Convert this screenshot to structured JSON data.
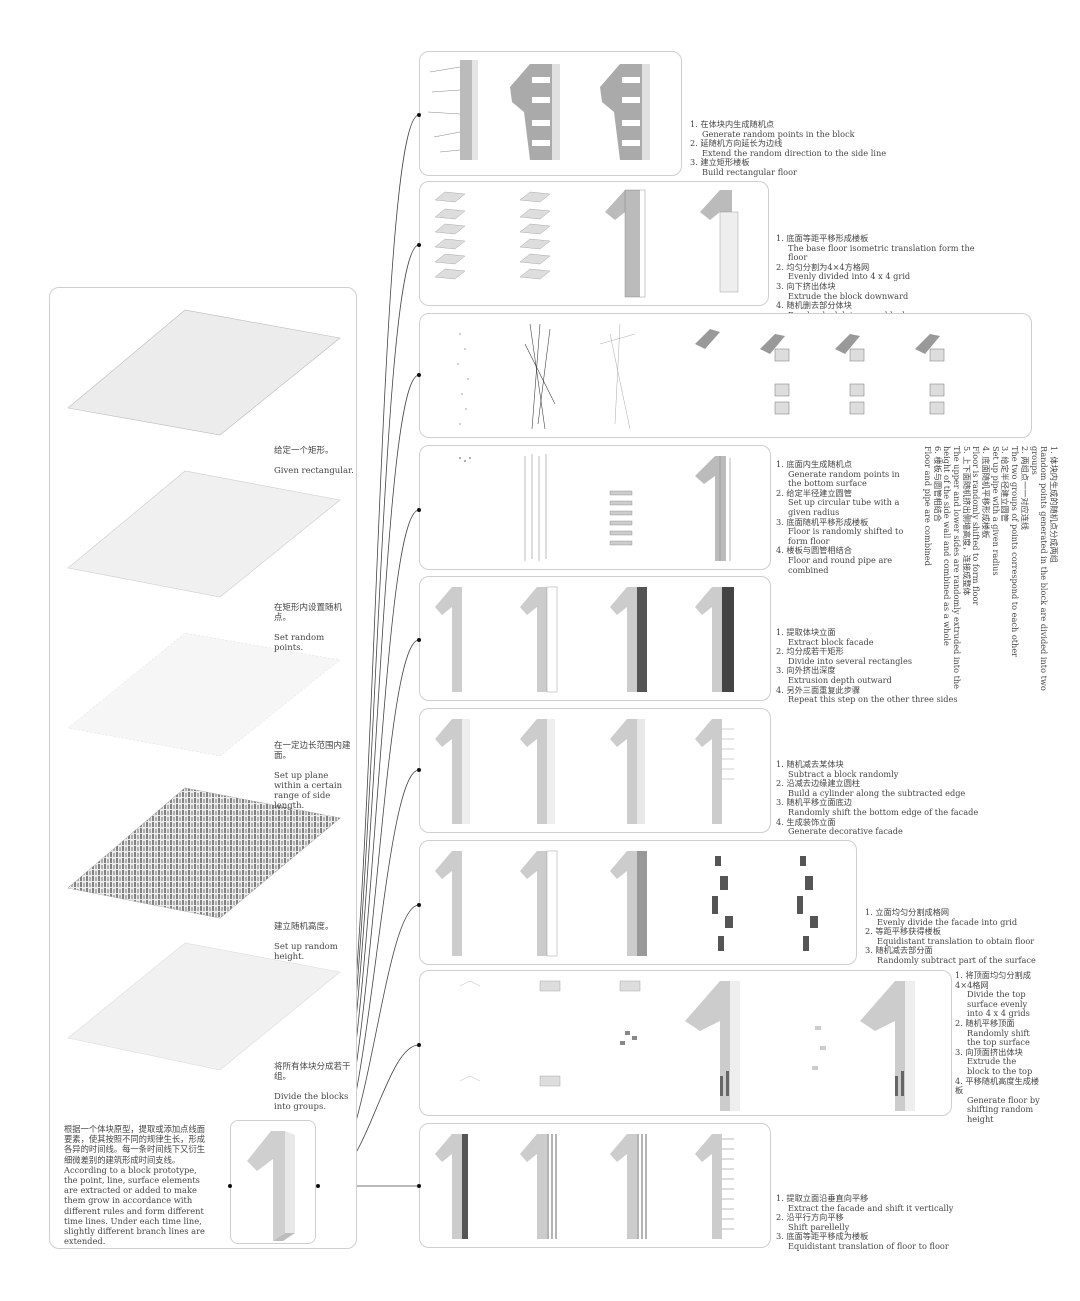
{
  "left_panel": {
    "layers": [
      {
        "cn": "给定一个矩形。",
        "en": "Given rectangular."
      },
      {
        "cn": "在矩形内设置随机点。",
        "en": "Set random points."
      },
      {
        "cn": "在一定边长范围内建面。",
        "en": "Set up plane within a certain range of side length."
      },
      {
        "cn": "建立随机高度。",
        "en": "Set up random height."
      },
      {
        "cn": "将所有体块分成若干组。",
        "en": "Divide the blocks into groups."
      }
    ],
    "intro_cn": "根据一个体块原型，提取或添加点线面要素，使其按照不同的规律生长，形成各异的时间线。每一条时间线下又衍生细微差别的建筑形成时间支线。",
    "intro_en": "According to a block prototype, the point, line, surface elements are extracted or added to make them grow in accordance with different rules and form different time lines. Under each time line, slightly different branch lines are extended.",
    "prototype_label": "1"
  },
  "rows": [
    {
      "steps": [
        {
          "num": "1.",
          "cn": "在体块内生成随机点",
          "en": "Generate random points in the block"
        },
        {
          "num": "2.",
          "cn": "延随机方向延长为边线",
          "en": "Extend the random direction to the side line"
        },
        {
          "num": "3.",
          "cn": "建立矩形楼板",
          "en": "Build rectangular floor"
        }
      ]
    },
    {
      "steps": [
        {
          "num": "1.",
          "cn": "底面等距平移形成楼板",
          "en": "The base floor isometric translation form the floor"
        },
        {
          "num": "2.",
          "cn": "均匀分割为4×4方格网",
          "en": "Evenly divided into 4 x 4 grid"
        },
        {
          "num": "3.",
          "cn": "向下挤出体块",
          "en": "Extrude the block downward"
        },
        {
          "num": "4.",
          "cn": "随机删去部分体块",
          "en": "Randomly delete some blocks"
        }
      ]
    },
    {
      "steps_vertical": [
        {
          "num": "1.",
          "cn": "体块内生成的随机点分成两组",
          "en": "Random points generated in the block are divided into two groups"
        },
        {
          "num": "2.",
          "cn": "两组点一一对应连线",
          "en": "The two groups of points correspond to each other"
        },
        {
          "num": "3.",
          "cn": "给定半径建立圆管",
          "en": "Set up pipe with a given radius"
        },
        {
          "num": "4.",
          "cn": "底面随机平移形成楼板",
          "en": "Floor is randomly shifted to form floor"
        },
        {
          "num": "5.",
          "cn": "上下面随机挤出侧墙高度，连接成整体",
          "en": "The upper and lower sides are randomly extruded into the height of the side wall and combined as a whole"
        },
        {
          "num": "6.",
          "cn": "楼板与圆管相结合",
          "en": "Floor and pipe are combined"
        }
      ]
    },
    {
      "steps": [
        {
          "num": "1.",
          "cn": "底面内生成随机点",
          "en": "Generate random points in the bottom surface"
        },
        {
          "num": "2.",
          "cn": "给定半径建立圆管",
          "en": "Set up circular tube with a given radius"
        },
        {
          "num": "3.",
          "cn": "底面随机平移形成楼板",
          "en": "Floor is randomly shifted to form floor"
        },
        {
          "num": "4.",
          "cn": "楼板与圆管相结合",
          "en": "Floor and round pipe are combined"
        }
      ]
    },
    {
      "steps": [
        {
          "num": "1.",
          "cn": "提取体块立面",
          "en": "Extract block facade"
        },
        {
          "num": "2.",
          "cn": "均分成若干矩形",
          "en": "Divide into several rectangles"
        },
        {
          "num": "3.",
          "cn": "向外挤出深度",
          "en": "Extrusion depth outward"
        },
        {
          "num": "4.",
          "cn": "另外三面重复此步骤",
          "en": "Repeat this step on the other three sides"
        }
      ]
    },
    {
      "steps": [
        {
          "num": "1.",
          "cn": "随机减去某体块",
          "en": "Subtract a block randomly"
        },
        {
          "num": "2.",
          "cn": "沿减去边缘建立圆柱",
          "en": "Build a cylinder along the subtracted edge"
        },
        {
          "num": "3.",
          "cn": "随机平移立面底边",
          "en": "Randomly shift the bottom edge of the facade"
        },
        {
          "num": "4.",
          "cn": "生成装饰立面",
          "en": "Generate decorative facade"
        }
      ]
    },
    {
      "steps": [
        {
          "num": "1.",
          "cn": "立面均匀分割成格网",
          "en": "Evenly divide the facade into grid"
        },
        {
          "num": "2.",
          "cn": "等距平移获得楼板",
          "en": "Equidistant translation to obtain floor"
        },
        {
          "num": "3.",
          "cn": "随机减去部分面",
          "en": "Randomly subtract part of the surface"
        }
      ]
    },
    {
      "steps": [
        {
          "num": "1.",
          "cn": "将顶面均匀分割成4×4格网",
          "en": "Divide the top surface evenly into 4 x 4 grids"
        },
        {
          "num": "2.",
          "cn": "随机平移顶面",
          "en": "Randomly shift the top surface"
        },
        {
          "num": "3.",
          "cn": "向顶面挤出体块",
          "en": "Extrude the block to the top"
        },
        {
          "num": "4.",
          "cn": "平移随机高度生成楼板",
          "en": "Generate floor by shifting random height"
        }
      ]
    },
    {
      "steps": [
        {
          "num": "1.",
          "cn": "提取立面沿垂直向平移",
          "en": "Extract the facade and shift it vertically"
        },
        {
          "num": "2.",
          "cn": "沿平行方向平移",
          "en": "Shift parellelly"
        },
        {
          "num": "3.",
          "cn": "底面等距平移成为楼板",
          "en": "Equidistant translation of floor to floor"
        }
      ]
    }
  ]
}
